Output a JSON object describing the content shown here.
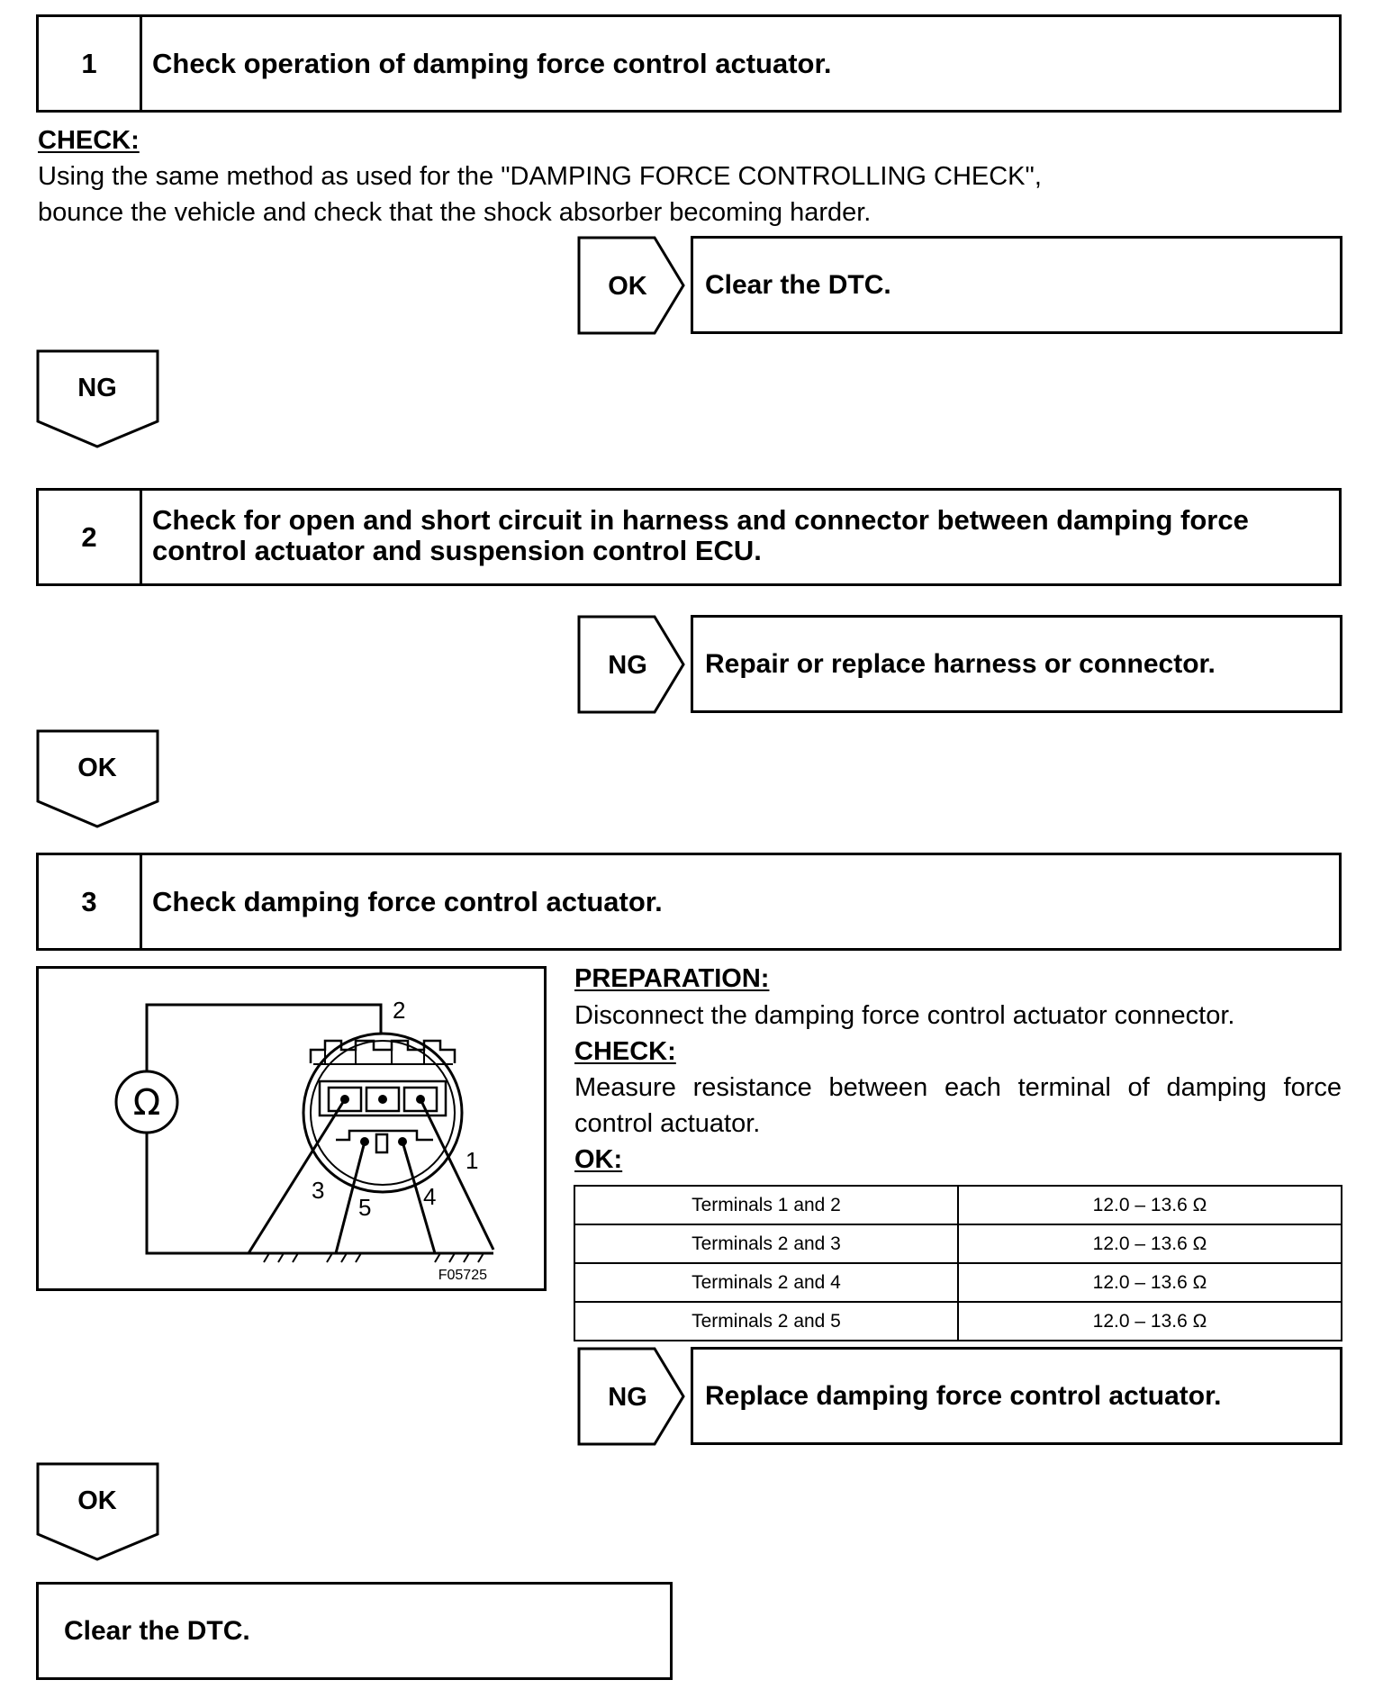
{
  "steps": [
    {
      "number": "1",
      "title": "Check operation of damping force control actuator."
    },
    {
      "number": "2",
      "title": "Check for open and short circuit in harness and connector between damping force control actuator and suspension control ECU."
    },
    {
      "number": "3",
      "title": "Check damping force control actuator."
    }
  ],
  "step1": {
    "check_heading": "CHECK:",
    "check_line1": "Using the same method as used for the \"DAMPING FORCE CONTROLLING CHECK\",",
    "check_line2": "bounce the vehicle and check that the shock absorber becoming harder.",
    "ok_tag": "OK",
    "ok_result": "Clear the DTC.",
    "down_tag": "NG"
  },
  "step2": {
    "ng_tag": "NG",
    "ng_result": "Repair or replace harness or connector.",
    "down_tag": "OK"
  },
  "step3": {
    "preparation_heading": "PREPARATION:",
    "preparation_text": "Disconnect the damping force control actuator connector.",
    "check_heading": "CHECK:",
    "check_text": "Measure resistance between each terminal of damping force control actuator.",
    "ok_heading": "OK:",
    "spec_table": [
      {
        "terminals": "Terminals 1 and 2",
        "value": "12.0 – 13.6 Ω"
      },
      {
        "terminals": "Terminals 2 and 3",
        "value": "12.0 – 13.6 Ω"
      },
      {
        "terminals": "Terminals 2 and 4",
        "value": "12.0 – 13.6 Ω"
      },
      {
        "terminals": "Terminals 2 and 5",
        "value": "12.0 – 13.6 Ω"
      }
    ],
    "ng_tag": "NG",
    "ng_result": "Replace damping force control actuator.",
    "down_tag": "OK"
  },
  "figure": {
    "ohm_symbol": "Ω",
    "terminal_labels": [
      "1",
      "2",
      "3",
      "4",
      "5"
    ],
    "figure_code": "F05725"
  },
  "final_result": "Clear the DTC."
}
